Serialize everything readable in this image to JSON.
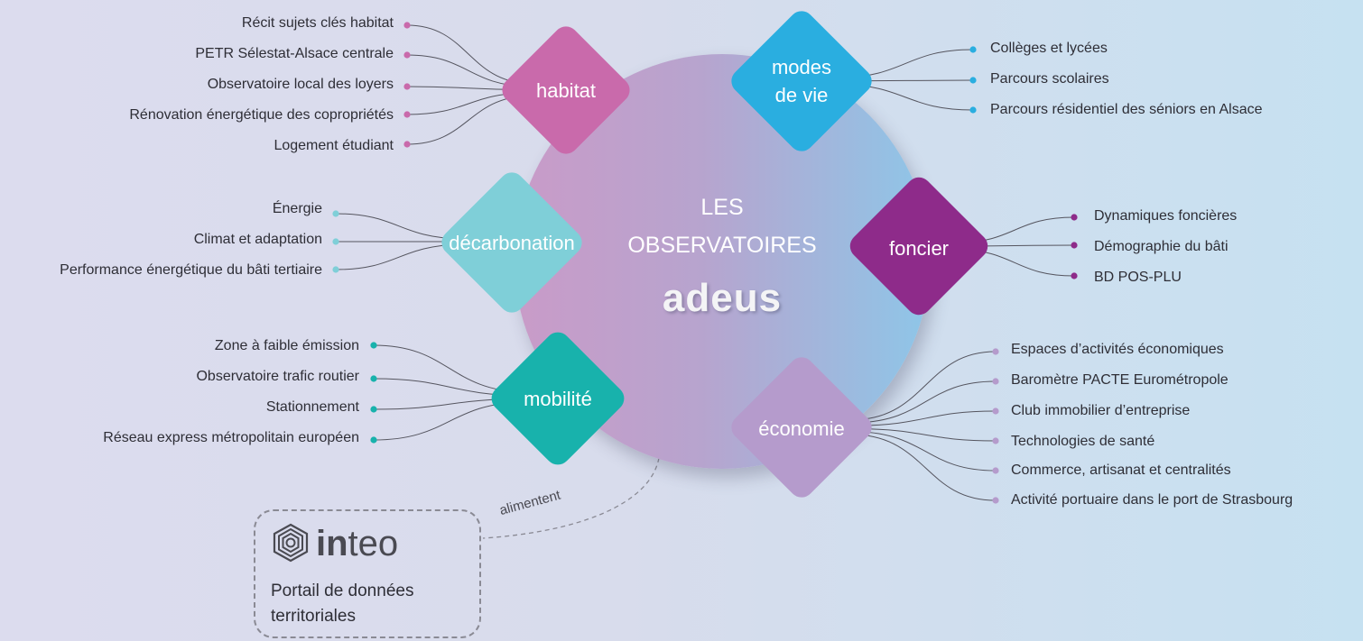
{
  "center": {
    "line1": "LES",
    "line2": "OBSERVATOIRES",
    "brand": "adeus"
  },
  "themes": {
    "habitat": {
      "label": "habitat",
      "color": "#c96aab",
      "items": [
        "Récit sujets clés habitat",
        "PETR Sélestat-Alsace centrale",
        "Observatoire local des loyers",
        "Rénovation énergétique des copropriétés",
        "Logement étudiant"
      ]
    },
    "modes": {
      "label_line1": "modes",
      "label_line2": "de vie",
      "color": "#2aaee0",
      "items": [
        "Collèges et lycées",
        "Parcours scolaires",
        "Parcours résidentiel des séniors en Alsace"
      ]
    },
    "decarbonation": {
      "label": "décarbonation",
      "color": "#7fcfd8",
      "items": [
        "Énergie",
        "Climat et adaptation",
        "Performance énergétique du bâti tertiaire"
      ]
    },
    "foncier": {
      "label": "foncier",
      "color": "#8e2b8a",
      "items": [
        "Dynamiques foncières",
        "Démographie du bâti",
        "BD POS-PLU"
      ]
    },
    "mobilite": {
      "label": "mobilité",
      "color": "#18b2ac",
      "items": [
        "Zone à faible émission",
        "Observatoire trafic routier",
        "Stationnement",
        "Réseau express métropolitain européen"
      ]
    },
    "economie": {
      "label": "économie",
      "color": "#b59bcc",
      "items": [
        "Espaces d’activités économiques",
        "Baromètre PACTE Eurométropole",
        "Club immobilier d’entreprise",
        "Technologies de santé",
        "Commerce, artisanat et centralités",
        "Activité portuaire dans le port de Strasbourg"
      ]
    }
  },
  "inteo": {
    "brand_bold": "in",
    "brand_light": "teo",
    "desc_line1": "Portail de données",
    "desc_line2": "territoriales",
    "link_label": "alimentent"
  }
}
